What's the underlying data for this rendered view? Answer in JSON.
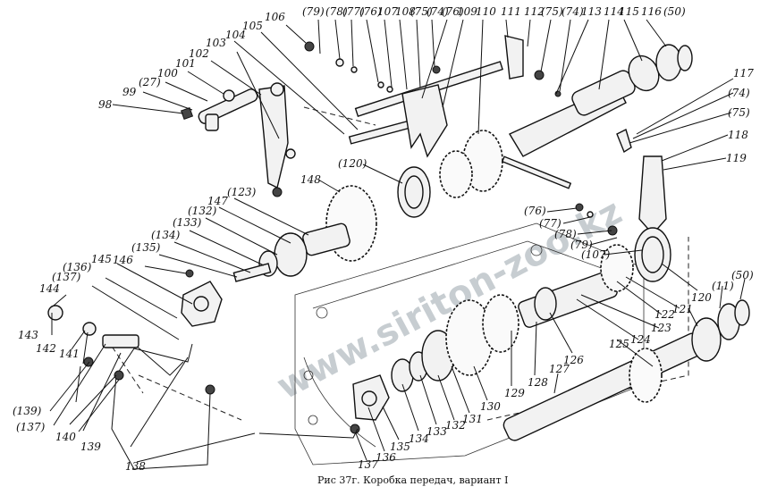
{
  "caption": "Рис 37г. Коробка передач, вариант I",
  "watermark": "www.siriton-zoo.kz",
  "callouts": [
    {
      "id": "98",
      "text": "98"
    },
    {
      "id": "99",
      "text": "99"
    },
    {
      "id": "27",
      "text": "(27)"
    },
    {
      "id": "100",
      "text": "100"
    },
    {
      "id": "101",
      "text": "101"
    },
    {
      "id": "102",
      "text": "102"
    },
    {
      "id": "103",
      "text": "103"
    },
    {
      "id": "104",
      "text": "104"
    },
    {
      "id": "105",
      "text": "105"
    },
    {
      "id": "106",
      "text": "106"
    },
    {
      "id": "79a",
      "text": "(79)"
    },
    {
      "id": "78a",
      "text": "(78)"
    },
    {
      "id": "77a",
      "text": "(77)"
    },
    {
      "id": "76a",
      "text": "(76)"
    },
    {
      "id": "107",
      "text": "107"
    },
    {
      "id": "108",
      "text": "108"
    },
    {
      "id": "75a",
      "text": "(75)"
    },
    {
      "id": "74a",
      "text": "(74)"
    },
    {
      "id": "76b",
      "text": "(76)"
    },
    {
      "id": "109",
      "text": "109"
    },
    {
      "id": "110",
      "text": "110"
    },
    {
      "id": "111",
      "text": "111"
    },
    {
      "id": "112",
      "text": "112"
    },
    {
      "id": "75b",
      "text": "(75)"
    },
    {
      "id": "74b",
      "text": "(74)"
    },
    {
      "id": "113",
      "text": "113"
    },
    {
      "id": "114",
      "text": "114"
    },
    {
      "id": "115",
      "text": "115"
    },
    {
      "id": "116",
      "text": "116"
    },
    {
      "id": "50a",
      "text": "(50)"
    },
    {
      "id": "117",
      "text": "117"
    },
    {
      "id": "74c",
      "text": "(74)"
    },
    {
      "id": "75c",
      "text": "(75)"
    },
    {
      "id": "118",
      "text": "118"
    },
    {
      "id": "119",
      "text": "119"
    },
    {
      "id": "120a",
      "text": "(120)"
    },
    {
      "id": "148",
      "text": "148"
    },
    {
      "id": "123a",
      "text": "(123)"
    },
    {
      "id": "147",
      "text": "147"
    },
    {
      "id": "132a",
      "text": "(132)"
    },
    {
      "id": "133a",
      "text": "(133)"
    },
    {
      "id": "134a",
      "text": "(134)"
    },
    {
      "id": "135a",
      "text": "(135)"
    },
    {
      "id": "146",
      "text": "146"
    },
    {
      "id": "145",
      "text": "145"
    },
    {
      "id": "137a",
      "text": "(137)"
    },
    {
      "id": "136a",
      "text": "(136)"
    },
    {
      "id": "144",
      "text": "144"
    },
    {
      "id": "143",
      "text": "143"
    },
    {
      "id": "142",
      "text": "142"
    },
    {
      "id": "141",
      "text": "141"
    },
    {
      "id": "76c",
      "text": "(76)"
    },
    {
      "id": "77b",
      "text": "(77)"
    },
    {
      "id": "78b",
      "text": "(78)"
    },
    {
      "id": "79b",
      "text": "(79)"
    },
    {
      "id": "107b",
      "text": "(107)"
    },
    {
      "id": "120b",
      "text": "120"
    },
    {
      "id": "121",
      "text": "121"
    },
    {
      "id": "11",
      "text": "(11)"
    },
    {
      "id": "50b",
      "text": "(50)"
    },
    {
      "id": "122",
      "text": "122"
    },
    {
      "id": "123",
      "text": "123"
    },
    {
      "id": "124",
      "text": "124"
    },
    {
      "id": "125",
      "text": "125"
    },
    {
      "id": "126",
      "text": "126"
    },
    {
      "id": "127",
      "text": "127"
    },
    {
      "id": "128",
      "text": "128"
    },
    {
      "id": "129",
      "text": "129"
    },
    {
      "id": "130",
      "text": "130"
    },
    {
      "id": "131",
      "text": "131"
    },
    {
      "id": "132",
      "text": "132"
    },
    {
      "id": "133",
      "text": "133"
    },
    {
      "id": "134",
      "text": "134"
    },
    {
      "id": "135",
      "text": "135"
    },
    {
      "id": "136",
      "text": "136"
    },
    {
      "id": "137",
      "text": "137"
    },
    {
      "id": "138",
      "text": "138"
    },
    {
      "id": "139a",
      "text": "(139)"
    },
    {
      "id": "137b",
      "text": "(137)"
    },
    {
      "id": "140",
      "text": "140"
    },
    {
      "id": "139",
      "text": "139"
    }
  ]
}
